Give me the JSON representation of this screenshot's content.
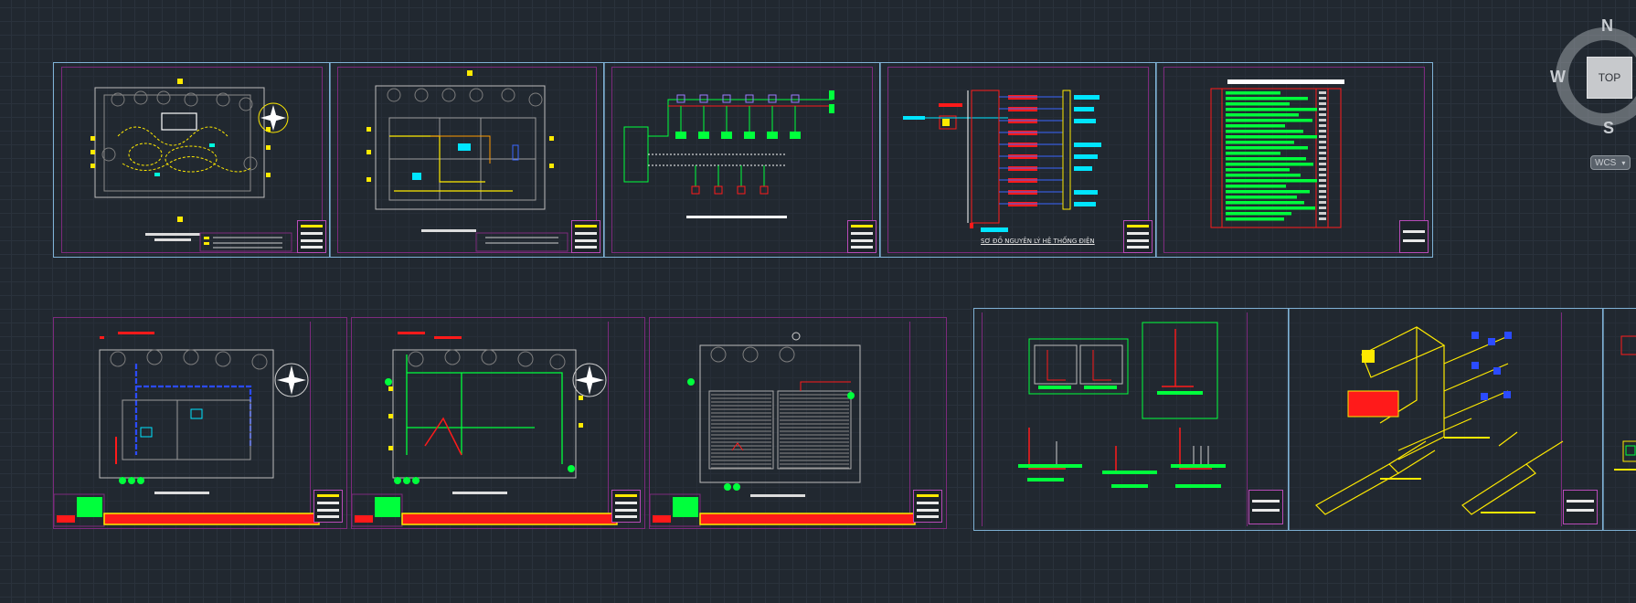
{
  "viewcube": {
    "top_face": "TOP",
    "north": "N",
    "west": "W",
    "south": "S",
    "ucs_menu": "WCS"
  },
  "sheets": {
    "power_riser_caption": "SƠ ĐỒ NGUYÊN LÝ HỆ THỐNG ĐIỆN"
  },
  "colors": {
    "background": "#212830",
    "sheet_border": "#7fb2d6",
    "layout_border": "#7d2a7d",
    "yellow": "#ffea00",
    "green": "#00ff3c",
    "red": "#ff1a1a",
    "cyan": "#00e5ff"
  }
}
